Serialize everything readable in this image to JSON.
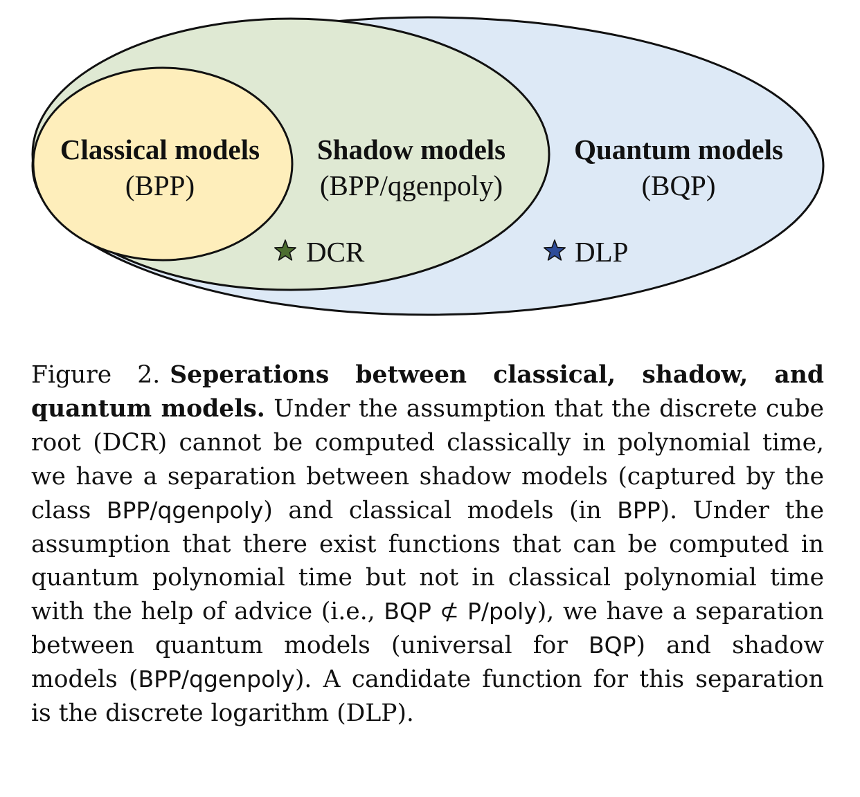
{
  "diagram": {
    "quantum": {
      "title": "Quantum models",
      "class": "(BQP)",
      "fill": "#dde9f6"
    },
    "shadow": {
      "title": "Shadow models",
      "class": "(BPP/qgenpoly)",
      "fill": "#dfe9d3"
    },
    "classical": {
      "title": "Classical models",
      "class": "(BPP)",
      "fill": "#feeebb"
    },
    "markers": [
      {
        "label": "DCR",
        "color": "#4c6e2f",
        "icon": "star-icon"
      },
      {
        "label": "DLP",
        "color": "#2e4c99",
        "icon": "star-icon"
      }
    ]
  },
  "caption": {
    "figure_label": "Figure 2.",
    "title": "Seperations between classical, shadow, and quantum models.",
    "t1": " Under the assumption that the discrete cube root (DCR) cannot be computed classically in poly­nomial time, we have a separation between shadow models (captured by the class ",
    "m1": "BPP/qgenpoly",
    "t2": ") and classical models (in ",
    "m2": "BPP",
    "t3": "). Under the assumption that there exist functions that can be computed in quantum polynomial time but not in classical polynomial time with the help of advice (i.e., ",
    "m3": "BQP ⊄ P/poly",
    "t4": "), we have a separation between quantum mod­els (universal for ",
    "m4": "BQP",
    "t5": ") and shadow models (",
    "m5": "BPP/qgenpoly",
    "t6": "). A candidate function for this separation is the discrete loga­rithm (DLP)."
  }
}
